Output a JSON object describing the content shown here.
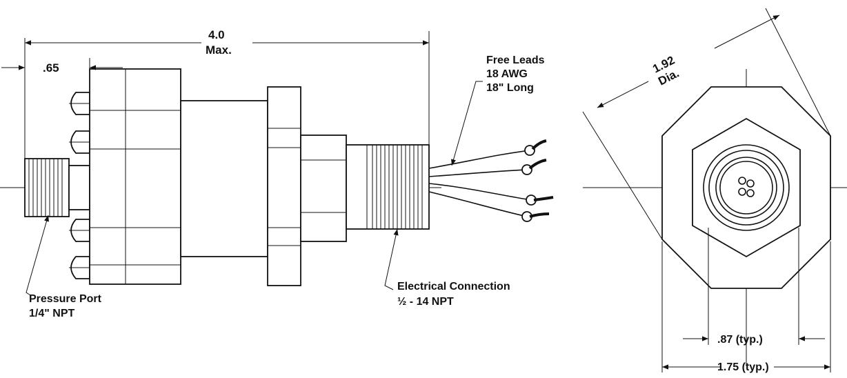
{
  "labels": {
    "overall_length": "4.0",
    "overall_length_note": "Max.",
    "port_length": ".65",
    "leads_1": "Free Leads",
    "leads_2": "18 AWG",
    "leads_3": "18\" Long",
    "pressure_port_1": "Pressure Port",
    "pressure_port_2": "1/4\" NPT",
    "electrical_1": "Electrical Connection",
    "electrical_2": "½ - 14 NPT",
    "diameter": "1.92",
    "diameter_note": "Dia.",
    "hex_flats": ".87 (typ.)",
    "body_flats": "1.75 (typ.)"
  },
  "colors": {
    "ink": "#111111",
    "paper": "#ffffff"
  }
}
